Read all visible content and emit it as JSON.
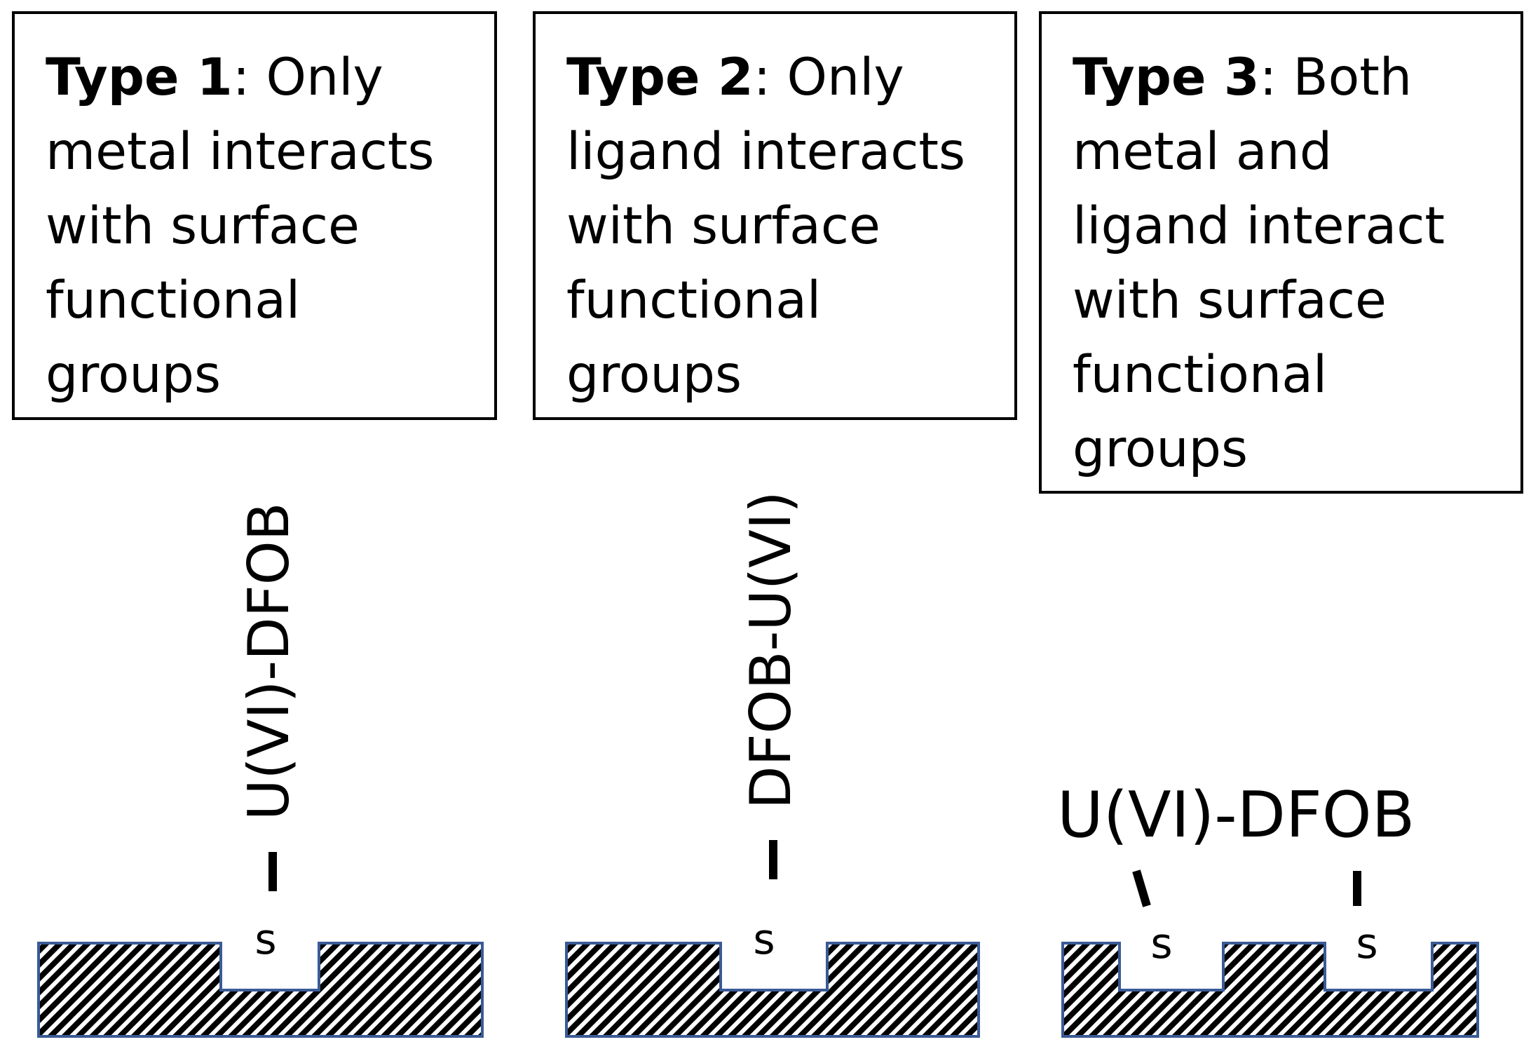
{
  "panels": [
    {
      "type_label": "Type 1",
      "description": ": Only metal interacts with surface functional groups",
      "complex_label": "U(VI)-DFOB",
      "site_label": "s"
    },
    {
      "type_label": "Type 2",
      "description": ": Only ligand interacts with surface functional groups",
      "complex_label": "DFOB-U(VI)",
      "site_label": "s"
    },
    {
      "type_label": "Type 3",
      "description": ": Both metal and ligand interact with surface functional groups",
      "complex_label": "U(VI)-DFOB",
      "site_labels": [
        "s",
        "s"
      ]
    }
  ],
  "colors": {
    "surface_outline": "#3a5a96",
    "hatch": "#000000",
    "text": "#000000"
  }
}
